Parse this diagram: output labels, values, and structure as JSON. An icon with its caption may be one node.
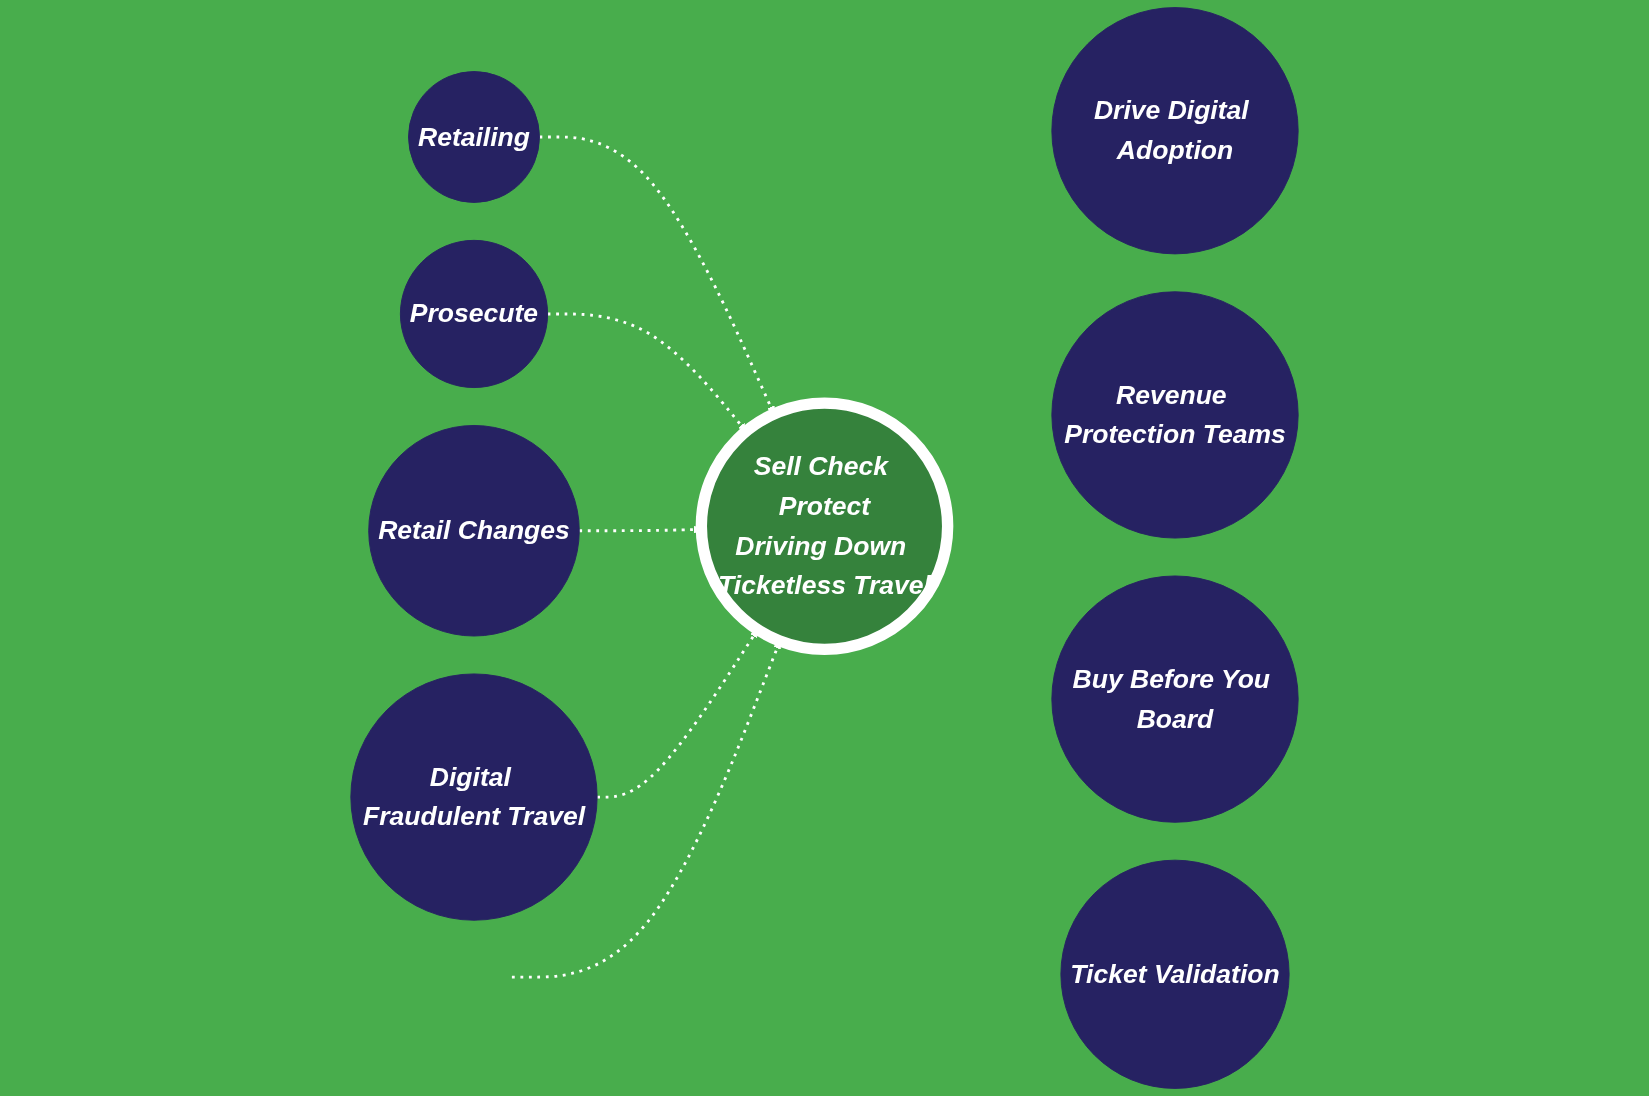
{
  "diagram": {
    "nodes": [
      {
        "text": [
          "Retailing"
        ]
      },
      {
        "text": [
          "Prosecute"
        ]
      },
      {
        "text": [
          "Sell Check Protect",
          "Driving Down Ticketless Travel"
        ]
      },
      {
        "text": [
          "Retail Changes"
        ]
      },
      {
        "text": [
          "Digital Fraudulent Travel"
        ]
      },
      {
        "text": [
          "Drive Digital Adoption"
        ]
      },
      {
        "text": [
          "Revenue Protection Teams"
        ]
      },
      {
        "text": [
          "Buy Before You Board"
        ]
      },
      {
        "text": [
          "Ticket Validation"
        ]
      }
    ],
    "edges": [
      {
        "from": 0,
        "to": 2,
        "arrow": "to",
        "style": "dashed"
      },
      {
        "from": 1,
        "to": 2,
        "arrow": "to",
        "style": "dashed"
      },
      {
        "from": 3,
        "to": 2,
        "arrow": "to",
        "style": "dashed"
      },
      {
        "from": 4,
        "to": 2,
        "arrow": "to",
        "style": "dashed"
      },
      {
        "from": null,
        "to": 2,
        "arrow": "to",
        "style": "dashed"
      }
    ]
  }
}
